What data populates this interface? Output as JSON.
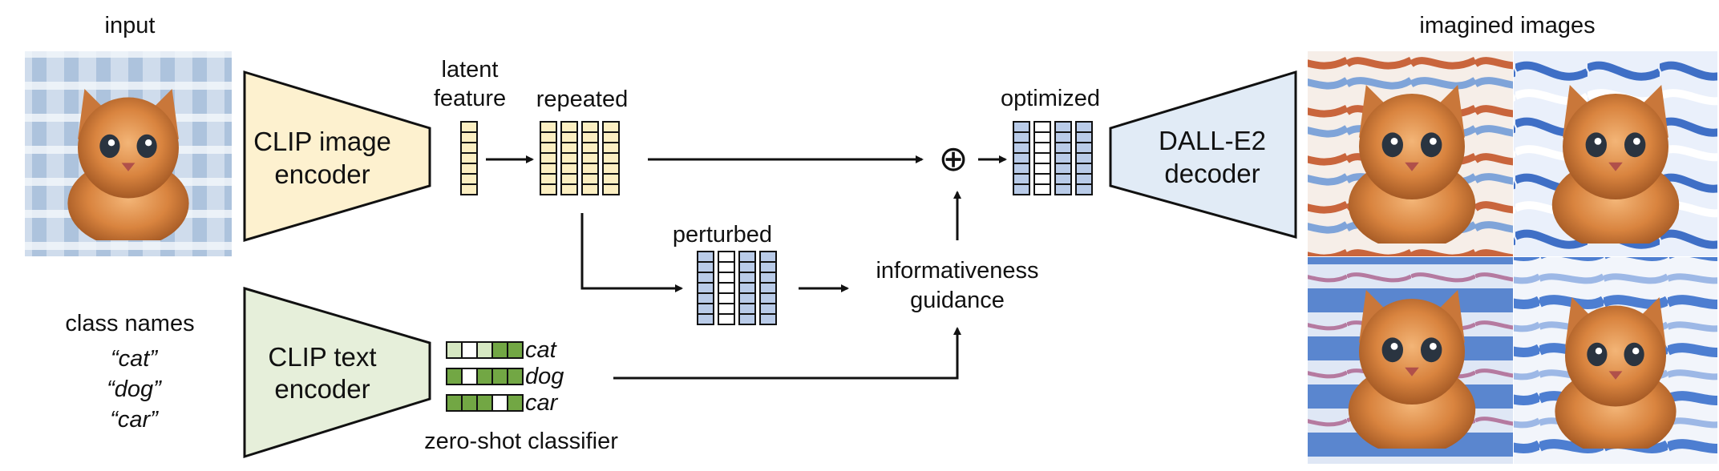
{
  "input_label": "input",
  "output_label": "imagined images",
  "image_encoder": {
    "line1": "CLIP image",
    "line2": "encoder"
  },
  "text_encoder": {
    "line1": "CLIP text",
    "line2": "encoder"
  },
  "decoder": {
    "line1": "DALL-E2",
    "line2": "decoder"
  },
  "latent_feature": {
    "line1": "latent",
    "line2": "feature"
  },
  "repeated_label": "repeated",
  "perturbed_label": "perturbed",
  "optimized_label": "optimized",
  "guidance": {
    "line1": "informativeness",
    "line2": "guidance"
  },
  "plus_symbol": "⊕",
  "class_names": {
    "title": "class names",
    "items": [
      "“cat”",
      "“dog”",
      "“car”"
    ]
  },
  "classifier": {
    "rows": [
      "cat",
      "dog",
      "car"
    ],
    "caption": "zero-shot classifier"
  },
  "colors": {
    "image_encoder_fill": "#fdf1cf",
    "text_encoder_fill": "#e6efda",
    "decoder_fill": "#e1ebf6",
    "feature_yellow": "#fcefc2",
    "feature_blue": "#b9cbe8",
    "classifier_green": "#72a744",
    "classifier_light": "#d6e8c2",
    "classifier_white": "#ffffff"
  }
}
